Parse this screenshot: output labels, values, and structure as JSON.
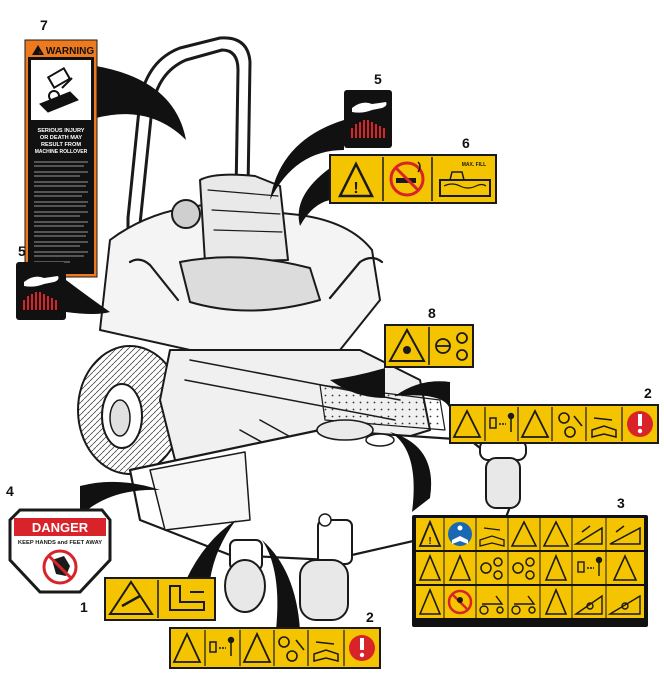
{
  "callouts": {
    "n1": "1",
    "n2a": "2",
    "n2b": "2",
    "n3": "3",
    "n4": "4",
    "n5a": "5",
    "n5b": "5",
    "n6": "6",
    "n7": "7",
    "n8": "8"
  },
  "warning_decal": {
    "header": "WARNING",
    "line1": "SERIOUS INJURY",
    "line2": "OR DEATH MAY",
    "line3": "RESULT FROM",
    "line4": "MACHINE ROLLOVER"
  },
  "danger_decal": {
    "header": "DANGER",
    "subtext": "KEEP HANDS and FEET AWAY"
  },
  "fuel_decal": {
    "label": "MAX. FILL"
  },
  "colors": {
    "safety_yellow": "#f5c400",
    "danger_red": "#d8232a",
    "warning_orange": "#ee7a1f",
    "outline": "#1a1a1a"
  }
}
